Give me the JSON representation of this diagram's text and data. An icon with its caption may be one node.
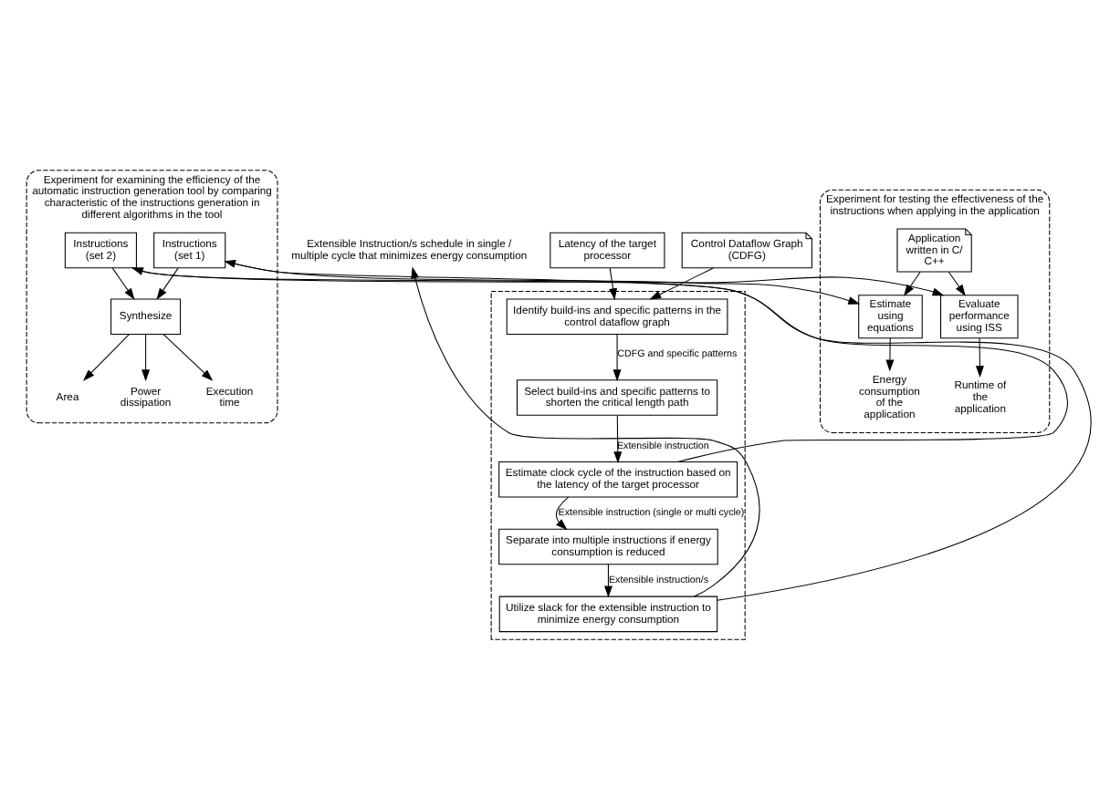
{
  "diagram": {
    "nodes": [
      {
        "text": [
          "Latency of the target processor"
        ]
      },
      {
        "text": [
          "Control Dataflow Graph (CDFG)"
        ]
      },
      {
        "text": [],
        "shape": "box"
      },
      {
        "text": [
          "Identify build-ins and specific patterns in the control dataflow graph"
        ],
        "in": 2
      },
      {
        "text": [
          "Select build-ins and specific patterns to shorten the critical length path"
        ],
        "in": 2
      },
      {
        "text": [
          "Estimate clock cycle of the instruction based on the latency of the target processor"
        ],
        "in": 2
      },
      {
        "text": [
          "Separate into multiple instructions if energy consumption is reduced"
        ],
        "in": 2
      },
      {
        "text": [
          "Utilize slack for the extensible instruction to minimize energy consumption"
        ],
        "in": 2
      },
      {
        "text": [
          "Extensible Instruction/s schedule in single / multiple cycle that minimizes energy consumption"
        ]
      },
      {
        "text": [
          "Experiment for examining the efficiency of the automatic instruction generation tool by comparing characteristic of the instructions generation in different algorithms in the tool"
        ]
      },
      {
        "text": [
          "Instructions (set 1)"
        ],
        "in": 9
      },
      {
        "text": [
          "Instructions (set 2)"
        ],
        "in": 9
      },
      {
        "text": [
          "Synthesize"
        ],
        "in": 9
      },
      {
        "text": [
          "Area"
        ],
        "in": 9
      },
      {
        "text": [
          "Power dissipation"
        ],
        "in": 9
      },
      {
        "text": [
          "Execution time"
        ],
        "in": 9
      },
      {
        "text": [
          "Experiment for testing the effectiveness of the instructions when applying in the application"
        ]
      },
      {
        "text": [
          "Application written in C/ C++"
        ],
        "in": 16
      },
      {
        "text": [
          "Estimate using equations"
        ],
        "in": 16
      },
      {
        "text": [
          "Evaluate performance using ISS"
        ],
        "in": 16
      },
      {
        "text": [
          "Energy consumption of the application"
        ],
        "in": 16
      },
      {
        "text": [
          "Runtime of the application"
        ],
        "in": 16
      }
    ],
    "edges": [
      {
        "from": 0,
        "to": 3,
        "arrow": "to"
      },
      {
        "from": 1,
        "to": 3,
        "arrow": "to"
      },
      {
        "from": 3,
        "to": 4,
        "arrow": "to",
        "label": "CDFG and specific patterns"
      },
      {
        "from": 4,
        "to": 5,
        "arrow": "to",
        "label": "Extensible instruction"
      },
      {
        "from": 5,
        "to": 6,
        "arrow": "to",
        "label": "Extensible instruction (single or multi cycle)"
      },
      {
        "from": 6,
        "to": 7,
        "arrow": "to",
        "label": "Extensible instruction/s"
      },
      {
        "from": 7,
        "to": 8,
        "arrow": "to"
      },
      {
        "from": 5,
        "to": 10,
        "arrow": "to"
      },
      {
        "from": 7,
        "to": 11,
        "arrow": "to"
      },
      {
        "from": 10,
        "to": 12,
        "arrow": "to"
      },
      {
        "from": 11,
        "to": 12,
        "arrow": "to"
      },
      {
        "from": 12,
        "to": 13,
        "arrow": "to"
      },
      {
        "from": 12,
        "to": 14,
        "arrow": "to"
      },
      {
        "from": 12,
        "to": 15,
        "arrow": "to"
      },
      {
        "from": 10,
        "to": 18,
        "arrow": "to"
      },
      {
        "from": 11,
        "to": 19,
        "arrow": "to"
      },
      {
        "from": 17,
        "to": 18,
        "arrow": "to"
      },
      {
        "from": 17,
        "to": 19,
        "arrow": "to"
      },
      {
        "from": 18,
        "to": 20,
        "arrow": "to"
      },
      {
        "from": 19,
        "to": 21,
        "arrow": "to"
      }
    ]
  }
}
